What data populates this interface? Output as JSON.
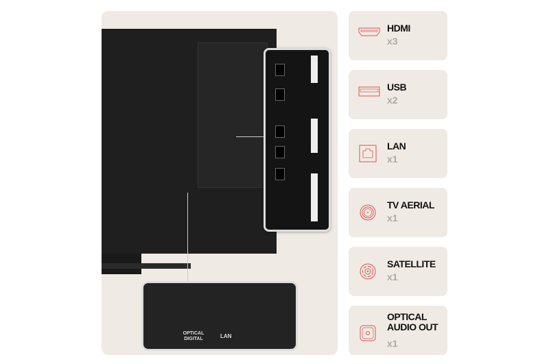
{
  "photo": {
    "zoom_labels": {
      "optical": "OPTICAL DIGITAL",
      "lan": "LAN"
    }
  },
  "ports": [
    {
      "name": "HDMI",
      "count": "x3",
      "icon": "hdmi-icon"
    },
    {
      "name": "USB",
      "count": "x2",
      "icon": "usb-icon"
    },
    {
      "name": "LAN",
      "count": "x1",
      "icon": "lan-icon"
    },
    {
      "name": "TV AERIAL",
      "count": "x1",
      "icon": "aerial-icon"
    },
    {
      "name": "SATELLITE",
      "count": "x1",
      "icon": "satellite-icon"
    },
    {
      "name": "OPTICAL AUDIO OUT",
      "count": "x1",
      "icon": "optical-icon"
    }
  ],
  "accent": "#e0514f"
}
